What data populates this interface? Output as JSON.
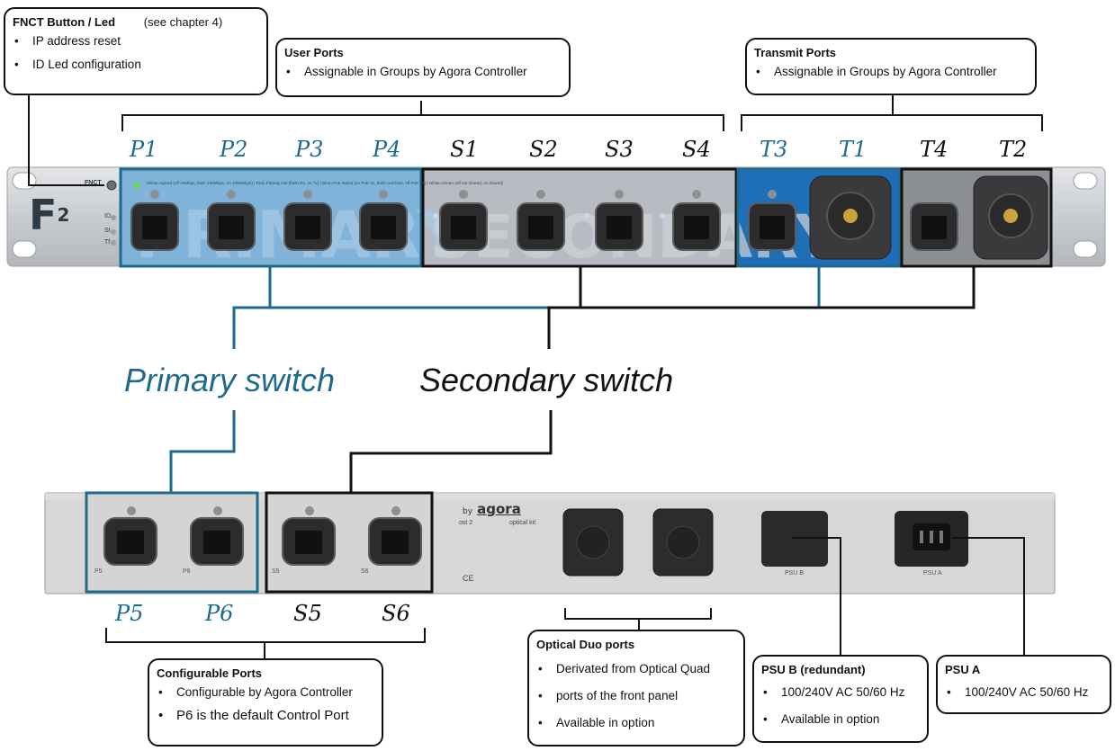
{
  "front_labels": [
    {
      "text": "P1",
      "group": "primary"
    },
    {
      "text": "P2",
      "group": "primary"
    },
    {
      "text": "P3",
      "group": "primary"
    },
    {
      "text": "P4",
      "group": "primary"
    },
    {
      "text": "S1",
      "group": "secondary"
    },
    {
      "text": "S2",
      "group": "secondary"
    },
    {
      "text": "S3",
      "group": "secondary"
    },
    {
      "text": "S4",
      "group": "secondary"
    },
    {
      "text": "T3",
      "group": "primary"
    },
    {
      "text": "T1",
      "group": "primary"
    },
    {
      "text": "T4",
      "group": "secondary"
    },
    {
      "text": "T2",
      "group": "secondary"
    }
  ],
  "rear_labels": [
    {
      "text": "P5",
      "group": "primary"
    },
    {
      "text": "P6",
      "group": "primary"
    },
    {
      "text": "S5",
      "group": "secondary"
    },
    {
      "text": "S6",
      "group": "secondary"
    }
  ],
  "switches": {
    "primary": "Primary switch",
    "secondary": "Secondary switch"
  },
  "callouts": {
    "fnct": {
      "title": "FNCT Button / Led",
      "note": "(see chapter 4)",
      "items": [
        "IP address reset",
        "ID Led configuration"
      ]
    },
    "user_ports": {
      "title": "User Ports",
      "items": [
        "Assignable in Groups by Agora Controller"
      ]
    },
    "transmit_ports": {
      "title": "Transmit Ports",
      "items": [
        "Assignable in Groups by Agora Controller"
      ]
    },
    "configurable_ports": {
      "title": "Configurable Ports",
      "items": [
        "Configurable by Agora Controller",
        "P6 is the default Control Port"
      ]
    },
    "optical_duo": {
      "title": "Optical Duo ports",
      "items": [
        "Derivated from Optical Quad",
        "ports of the front panel",
        "Available in option"
      ]
    },
    "psu_b": {
      "title": "PSU B (redundant)",
      "items": [
        "100/240V AC 50/60 Hz",
        "Available in option"
      ]
    },
    "psu_a": {
      "title": "PSU A",
      "items": [
        "100/240V AC 50/60 Hz"
      ]
    }
  },
  "device": {
    "logo": "F",
    "logo_sup": "2",
    "front_fnct": "FNCT",
    "front_leds": [
      "ID",
      "St",
      "Tf"
    ],
    "front_strip_text": "Yellow=Speed (off 10Mbps, flash 100Mbps, on 1000Mbps)  |  Red=Polarity lost (flash Rx, on Tx)  |  Blue=PoE status (on PoE on, flash overload, off PoE off)  |  White=Green (off not shared, on shared)",
    "rear_brand_prefix": "by",
    "rear_brand": "agora",
    "rear_small_text": [
      "ost 2",
      "optical kit",
      "CE"
    ],
    "rear_port_labels": [
      "P5",
      "P6",
      "S5",
      "S6"
    ],
    "rear_psu_labels": [
      "PSU B",
      "PSU A"
    ]
  },
  "colors": {
    "primary": "#1f6a8c",
    "secondary": "#111111",
    "panel": "#cfd2d6",
    "port_body": "#2c2c2c",
    "device_blue": "#1e6fb8"
  }
}
